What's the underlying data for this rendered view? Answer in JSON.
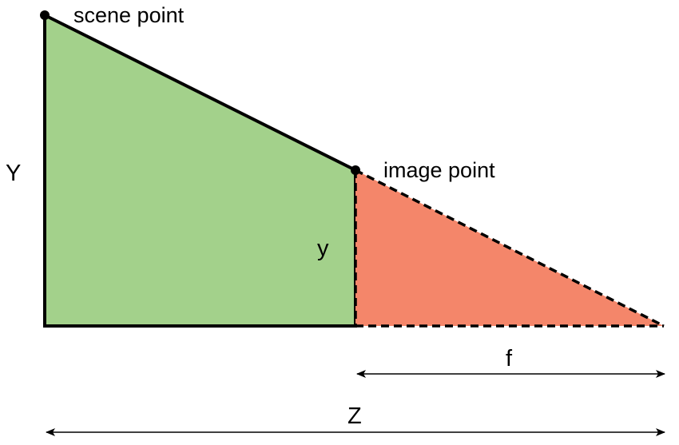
{
  "labels": {
    "scene_point": "scene point",
    "image_point": "image point",
    "scene_height": "Y",
    "image_height": "y",
    "focal_length": "f",
    "depth": "Z"
  },
  "colors": {
    "scene_triangle_fill": "#a3d18b",
    "image_triangle_fill": "#f4866a",
    "stroke": "#000000"
  },
  "line_styles": {
    "scene_triangle": "solid",
    "image_triangle": "dashed"
  }
}
